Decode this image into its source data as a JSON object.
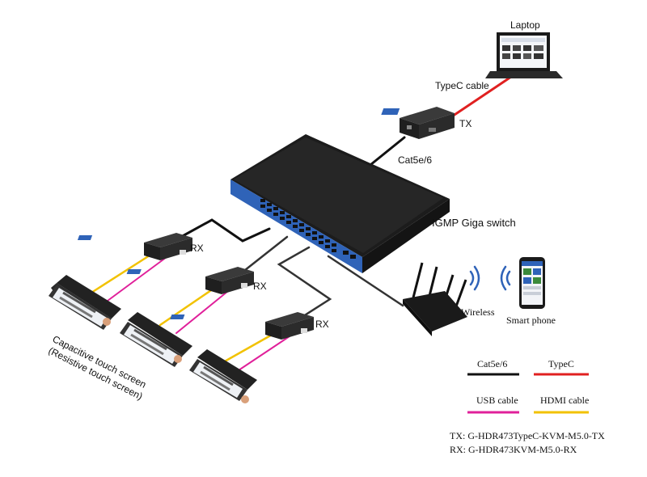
{
  "labels": {
    "laptop": "Laptop",
    "typec_cable": "TypeC cable",
    "tx": "TX",
    "cat5e6_top": "Cat5e/6",
    "switch": "IGMP Giga switch",
    "rx1": "RX",
    "rx2": "RX",
    "rx3": "RX",
    "wireless": "Wireless",
    "smart_phone": "Smart phone",
    "touch_line1": "Capacitive touch screen",
    "touch_line2": "(Resistive touch screen)"
  },
  "legend": {
    "cat5e6": "Cat5e/6",
    "typec": "TypeC",
    "usb": "USB cable",
    "hdmi": "HDMI cable"
  },
  "models": {
    "tx": "TX: G-HDR473TypeC-KVM-M5.0-TX",
    "rx": "RX: G-HDR473KVM-M5.0-RX"
  },
  "colors": {
    "cat": "#111111",
    "typec": "#e02020",
    "usb": "#e0209a",
    "hdmi": "#f2c200",
    "switch_blue": "#2f63b8"
  }
}
